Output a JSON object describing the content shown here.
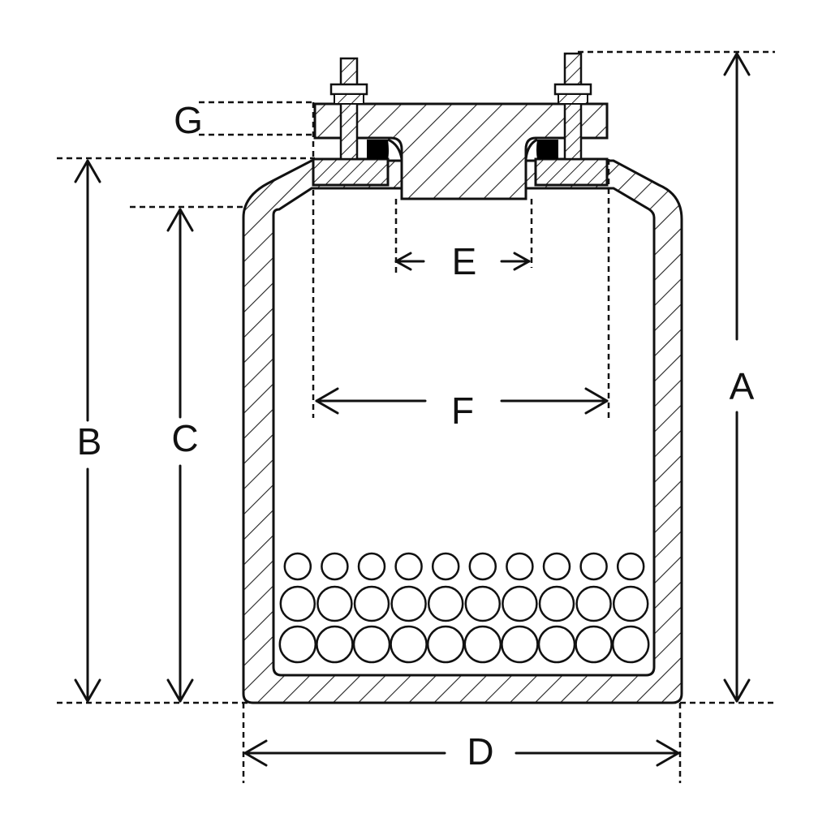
{
  "labels": {
    "a": "A",
    "b": "B",
    "c": "C",
    "d": "D",
    "e": "E",
    "f": "F",
    "g": "G"
  },
  "ball_rows": [
    10,
    10,
    10
  ],
  "colors": {
    "line": "#111111",
    "background": "#ffffff",
    "gasket": "#000000"
  }
}
